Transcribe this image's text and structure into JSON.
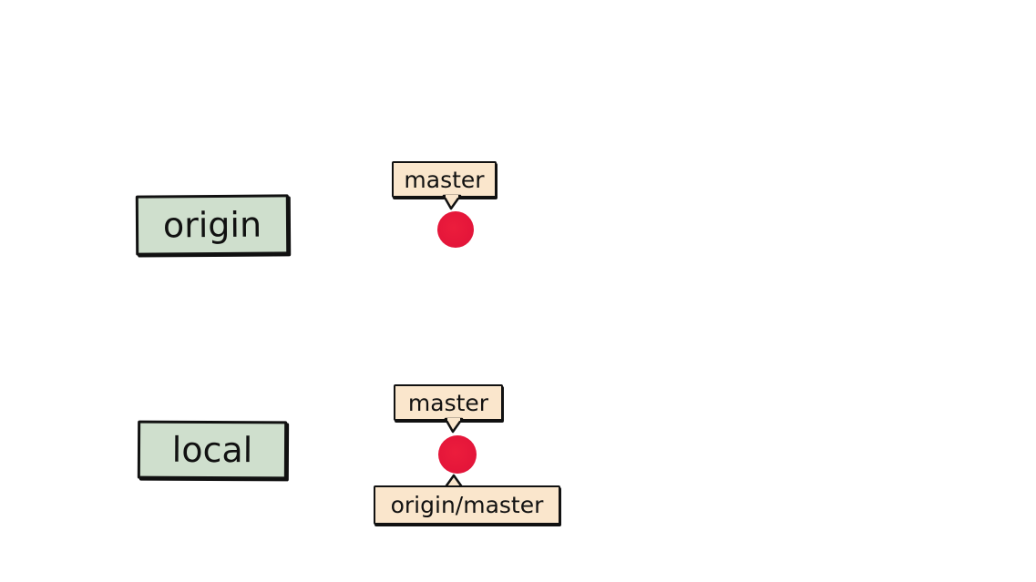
{
  "origin": {
    "label": "origin",
    "branch_label": "master"
  },
  "local": {
    "label": "local",
    "branch_label": "master",
    "remote_branch_label": "origin/master"
  },
  "colors": {
    "repo_box_fill": "#cfdfcd",
    "tag_fill": "#fae6cc",
    "commit": "#e5163a",
    "outline": "#111111"
  }
}
